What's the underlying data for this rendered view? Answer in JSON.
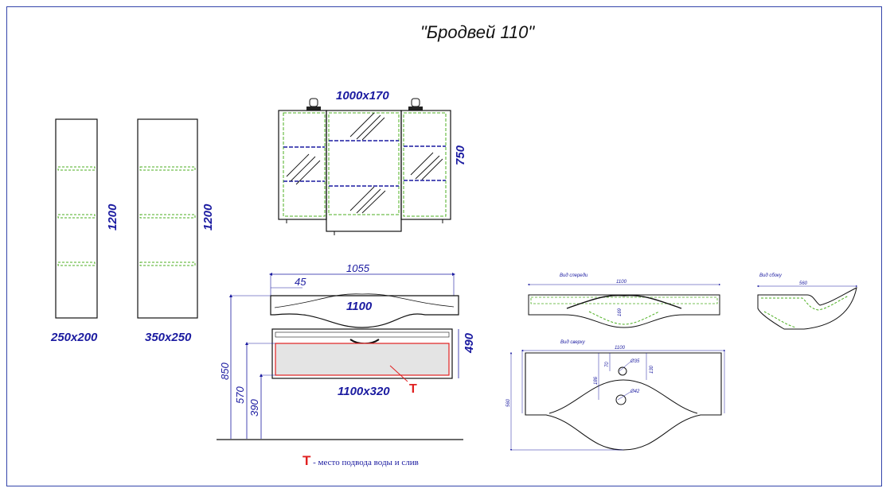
{
  "title": "\"Бродвей 110\"",
  "tall_cabinets": [
    {
      "height_label": "1200",
      "size_label": "250x200"
    },
    {
      "height_label": "1200",
      "size_label": "350x250"
    }
  ],
  "mirror": {
    "size_label": "1000x170",
    "height_label": "750"
  },
  "vanity": {
    "width_outer": "1055",
    "offset": "45",
    "width_inner": "1100",
    "height": "490",
    "drawer_label": "1100x320",
    "marker": "T",
    "heights": [
      "850",
      "570",
      "390"
    ]
  },
  "basin_front": {
    "view_label": "Вид спереди",
    "width": "1100",
    "depth": "169"
  },
  "basin_side": {
    "view_label": "Вид сбоку",
    "width": "560"
  },
  "basin_top": {
    "view_label": "Вид сверху",
    "width": "1100",
    "depth": "560",
    "d1": "Ø35",
    "d2": "Ø42",
    "h1": "70",
    "h2": "130",
    "h3": "186"
  },
  "legend": {
    "marker": "T",
    "text": "- место подвода воды и слив"
  },
  "colors": {
    "frame": "#3344aa",
    "dim": "#1a1aa0",
    "shelf": "#4caf20",
    "marker": "#e02020"
  }
}
